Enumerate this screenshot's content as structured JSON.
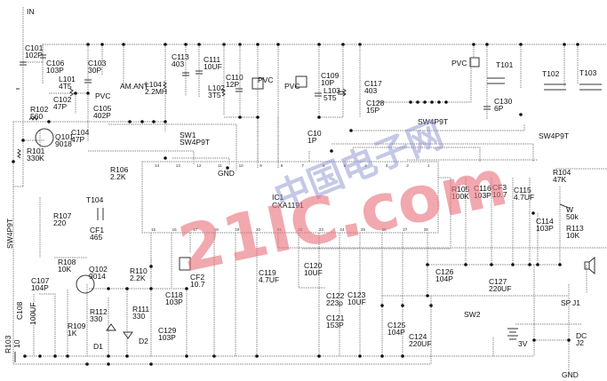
{
  "title": "CXA1191 AM/FM radio receiver schematic",
  "watermark": {
    "cn": "中国电子网",
    "site": "21IC.com",
    "colors": {
      "cn": "#7f86c9",
      "site": "#e8707a"
    }
  },
  "antenna_label": "IN",
  "ic": {
    "ref": "IC1",
    "part": "CXA1191",
    "pins": [
      "1",
      "2",
      "3",
      "4",
      "5",
      "6",
      "7",
      "8",
      "9",
      "10",
      "11",
      "12",
      "13",
      "14",
      "15",
      "16",
      "17",
      "18",
      "19",
      "20",
      "21",
      "22",
      "23",
      "24",
      "25",
      "26",
      "27",
      "28"
    ]
  },
  "components": [
    {
      "ref": "C101",
      "value": "102P"
    },
    {
      "ref": "C106",
      "value": "103P"
    },
    {
      "ref": "L101",
      "value": "4T5"
    },
    {
      "ref": "C103",
      "value": "30P"
    },
    {
      "ref": "PVC",
      "value": ""
    },
    {
      "ref": "AM.ANT",
      "value": ""
    },
    {
      "ref": "L104",
      "value": "2.2MH"
    },
    {
      "ref": "C113",
      "value": "403"
    },
    {
      "ref": "C111",
      "value": "10UF"
    },
    {
      "ref": "C110",
      "value": "12P"
    },
    {
      "ref": "L102",
      "value": "3T5"
    },
    {
      "ref": "PVC",
      "value": ""
    },
    {
      "ref": "PVC",
      "value": ""
    },
    {
      "ref": "C102",
      "value": "47P"
    },
    {
      "ref": "R102",
      "value": "560"
    },
    {
      "ref": "C105",
      "value": "402P"
    },
    {
      "ref": "Q101",
      "value": "9018"
    },
    {
      "ref": "C104",
      "value": "47P"
    },
    {
      "ref": "SW1",
      "value": "SW4P9T"
    },
    {
      "ref": "R101",
      "value": "330K"
    },
    {
      "ref": "R106",
      "value": "2.2K"
    },
    {
      "ref": "GND",
      "value": ""
    },
    {
      "ref": "C109",
      "value": "10P"
    },
    {
      "ref": "L103",
      "value": "5T5"
    },
    {
      "ref": "C117",
      "value": "403"
    },
    {
      "ref": "PVC",
      "value": ""
    },
    {
      "ref": "T101",
      "value": ""
    },
    {
      "ref": "C128",
      "value": "15P"
    },
    {
      "ref": "SW4P9T",
      "value": ""
    },
    {
      "ref": "C130",
      "value": "6P"
    },
    {
      "ref": "T102",
      "value": ""
    },
    {
      "ref": "T103",
      "value": ""
    },
    {
      "ref": "SW4P9T",
      "value": ""
    },
    {
      "ref": "C10",
      "value": "1P"
    },
    {
      "ref": "R104",
      "value": "47K"
    },
    {
      "ref": "T104",
      "value": ""
    },
    {
      "ref": "R107",
      "value": "220"
    },
    {
      "ref": "CF1",
      "value": "465"
    },
    {
      "ref": "R105",
      "value": "100K"
    },
    {
      "ref": "C116",
      "value": "103P"
    },
    {
      "ref": "CF3",
      "value": "10.7"
    },
    {
      "ref": "C115",
      "value": "4.7UF"
    },
    {
      "ref": "W",
      "value": "50k"
    },
    {
      "ref": "C114",
      "value": "103P"
    },
    {
      "ref": "R113",
      "value": "10K"
    },
    {
      "ref": "R108",
      "value": "10K"
    },
    {
      "ref": "Q102",
      "value": "9014"
    },
    {
      "ref": "R110",
      "value": "2.2K"
    },
    {
      "ref": "CF2",
      "value": "10.7"
    },
    {
      "ref": "C118",
      "value": "103P"
    },
    {
      "ref": "C107",
      "value": "104P"
    },
    {
      "ref": "R112",
      "value": "330"
    },
    {
      "ref": "R111",
      "value": "330"
    },
    {
      "ref": "R109",
      "value": "1K"
    },
    {
      "ref": "C129",
      "value": "103P"
    },
    {
      "ref": "D1",
      "value": ""
    },
    {
      "ref": "D2",
      "value": ""
    },
    {
      "ref": "C119",
      "value": "4.7UF"
    },
    {
      "ref": "C120",
      "value": "10UF"
    },
    {
      "ref": "C122",
      "value": "223p"
    },
    {
      "ref": "C123",
      "value": "10UF"
    },
    {
      "ref": "C121",
      "value": "153P"
    },
    {
      "ref": "C126",
      "value": "104P"
    },
    {
      "ref": "C127",
      "value": "220UF"
    },
    {
      "ref": "SW2",
      "value": ""
    },
    {
      "ref": "C125",
      "value": "104P"
    },
    {
      "ref": "C124",
      "value": "220UF"
    },
    {
      "ref": "3V",
      "value": ""
    },
    {
      "ref": "SP",
      "value": "J1"
    },
    {
      "ref": "DC",
      "value": "J2"
    },
    {
      "ref": "GND",
      "value": ""
    }
  ],
  "vertical_labels": {
    "sw_left": "SW4P9T",
    "c108": "C108",
    "c108_value": "100UF",
    "r103": "R103",
    "r103_value": "10"
  }
}
